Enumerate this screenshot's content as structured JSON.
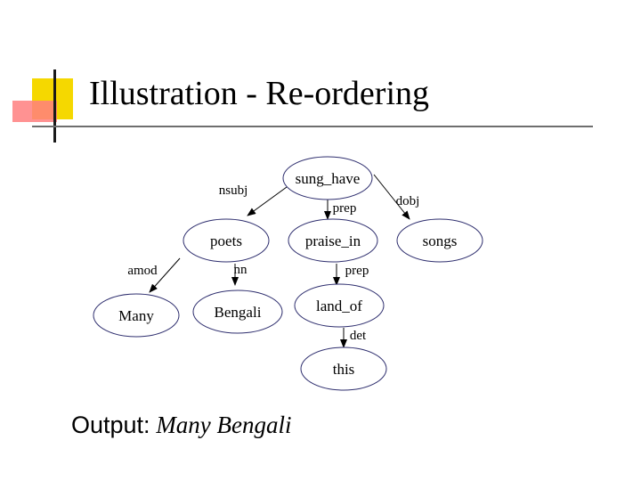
{
  "title": "Illustration - Re-ordering",
  "nodes": {
    "sung_have": "sung_have",
    "poets": "poets",
    "praise_in": "praise_in",
    "songs": "songs",
    "many": "Many",
    "bengali": "Bengali",
    "land_of": "land_of",
    "this": "this"
  },
  "edges": {
    "nsubj": "nsubj",
    "prep_1": "prep",
    "dobj": "dobj",
    "amod": "amod",
    "nn": "nn",
    "prep_2": "prep",
    "det": "det"
  },
  "output": {
    "prefix": "Output:",
    "phrase": "Many Bengali"
  }
}
